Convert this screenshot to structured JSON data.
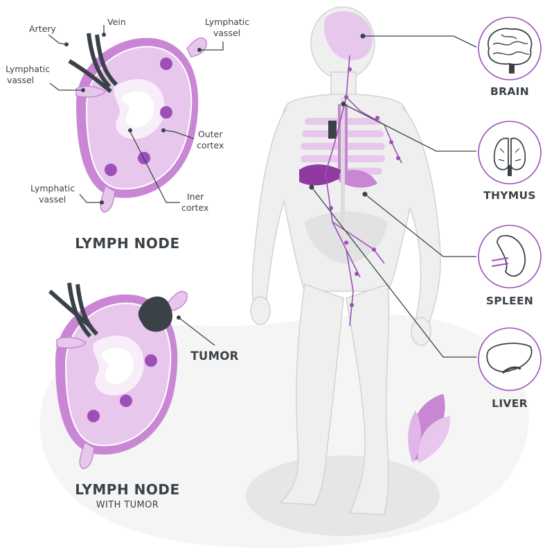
{
  "colors": {
    "accent": "#9c4fb8",
    "purple_light": "#e7c8ec",
    "purple_mid": "#c986d5",
    "purple_dark": "#8e3aa0",
    "ink": "#3a4248",
    "body_fill": "#eeeeee",
    "body_stroke": "#d4d4d4"
  },
  "lymph_node": {
    "title": "LYMPH NODE",
    "labels": {
      "artery": "Artery",
      "vein": "Vein",
      "lymph_top_l1": "Lymphatic",
      "lymph_top_l2": "vassel",
      "lymph_left_l1": "Lymphatic",
      "lymph_left_l2": "vassel",
      "outer_l1": "Outer",
      "outer_l2": "cortex",
      "iner_l1": "Iner",
      "iner_l2": "cortex",
      "lymph_bot_l1": "Lymphatic",
      "lymph_bot_l2": "vassel"
    }
  },
  "lymph_node_tumor": {
    "title": "LYMPH NODE",
    "subtitle": "WITH TUMOR",
    "tumor_label": "TUMOR"
  },
  "organs": [
    {
      "name": "BRAIN",
      "icon": "brain-icon"
    },
    {
      "name": "THYMUS",
      "icon": "thymus-icon"
    },
    {
      "name": "SPLEEN",
      "icon": "spleen-icon"
    },
    {
      "name": "LIVER",
      "icon": "liver-icon"
    }
  ]
}
